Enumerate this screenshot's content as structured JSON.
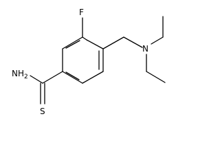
{
  "molecule": {
    "atoms": {
      "fluorine": "F",
      "nitrogen": "N",
      "amide_nitrogen": "NH",
      "amide_subscript": "2",
      "sulfur": "S"
    },
    "line_color": "#000000"
  }
}
